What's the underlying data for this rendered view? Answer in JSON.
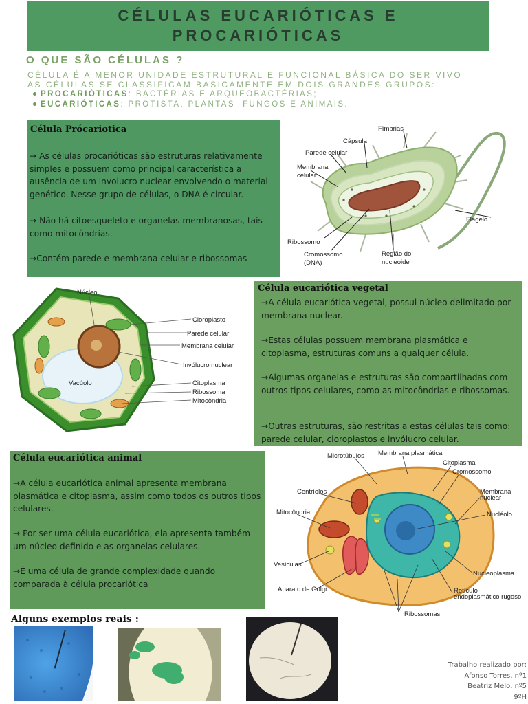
{
  "title": {
    "line1": "CÉLULAS EUCARIÓTICAS E",
    "line2": "PROCARIÓTICAS"
  },
  "intro": {
    "question": "O QUE SÃO CÉLULAS ?",
    "line1": "CÉLULA É A MENOR UNIDADE ESTRUTURAL E FUNCIONAL BÁSICA DO SER VIVO",
    "line2": "AS CÉLULAS SE CLASSIFICAM BASICAMENTE EM DOIS GRANDES GRUPOS:",
    "bullets": [
      {
        "term": "PROCARIÓTICAS",
        "text": ": BACTÉRIAS E ARQUEOBACTÉRIAS;"
      },
      {
        "term": "EUCARIÓTICAS",
        "text": ": PROTISTA, PLANTAS, FUNGOS E ANIMAIS."
      }
    ]
  },
  "prokaryotic": {
    "title": "Célula Prócariotica",
    "paragraphs": [
      "→ As células procarióticas são estruturas relativamente simples e possuem como principal característica a ausência de um involucro nuclear envolvendo o material genético. Nesse grupo de células, o DNA é circular.",
      "→ Não há citoesqueleto e organelas membranosas, tais como mitocôndrias.",
      "→Contém parede e membrana celular e ribossomas"
    ],
    "figure_labels": {
      "fimbrias": "Fímbrias",
      "capsula": "Cápsula",
      "parede": "Parede celular",
      "membrana1": "Membrana",
      "membrana2": "celular",
      "flagelo": "Flagelo",
      "ribossomo": "Ribossomo",
      "cromossomo1": "Cromossomo",
      "cromossomo2": "(DNA)",
      "regiao1": "Região do",
      "regiao2": "nucleoide"
    }
  },
  "plant": {
    "title": "Célula eucariótica vegetal",
    "paragraphs": [
      "→A célula eucariótica vegetal,  possui núcleo delimitado por membrana nuclear.",
      "→Estas células possuem membrana plasmática e citoplasma, estruturas comuns a qualquer célula.",
      "→Algumas organelas e estruturas são compartilhadas com outros tipos celulares, como as mitocôndrias e ribossomas.",
      "→Outras estruturas, são restritas a estas células tais como: parede celular, cloroplastos e invólucro celular."
    ],
    "figure_labels": {
      "nucleo": "Núcleo",
      "cloroplasto": "Cloroplasto",
      "parede": "Parede celular",
      "membrana": "Membrana celular",
      "involucro": "Invólucro nuclear",
      "vacuolo": "Vacúolo",
      "citoplasma": "Citoplasma",
      "ribossoma": "Ribossoma",
      "mitocondria": "Mitocôndria"
    }
  },
  "animal": {
    "title": "Célula eucariótica animal",
    "paragraphs": [
      "→A célula eucariótica animal apresenta membrana plasmática e citoplasma, assim como todos os outros tipos celulares.",
      "→ Por ser uma célula eucariótica, ela apresenta também um núcleo definido e as organelas celulares.",
      "→É uma célula de grande complexidade quando comparada à célula procariótica"
    ],
    "figure_labels": {
      "microtubulos": "Microtúbulos",
      "membrana_plasmatica": "Membrana plasmática",
      "citoplasma": "Citoplasma",
      "cromossomo": "Cromossomo",
      "centriolos": "Centríolos",
      "membrana_nuclear1": "Membrana",
      "membrana_nuclear2": "nuclear",
      "mitocondria": "Mitocôndria",
      "nucleolo": "Nucléolo",
      "vesiculas": "Vesículas",
      "nucleoplasma": "Nucleoplasma",
      "golgi": "Aparato de Golgi",
      "reticulo1": "Retículo",
      "reticulo2": "endoplasmático rugoso",
      "ribossomas": "Ribossomas"
    }
  },
  "examples": {
    "heading": "Alguns exemplos reais :"
  },
  "credits": {
    "line1": "Trabalho realizado por:",
    "line2": "Afonso Torres, nº1",
    "line3": "Beatriz Melo, nº5",
    "line4": "9ºH"
  },
  "colors": {
    "title_band": "#4e9a61",
    "box": "#4f9862",
    "accent_text": "#8fb07f"
  }
}
